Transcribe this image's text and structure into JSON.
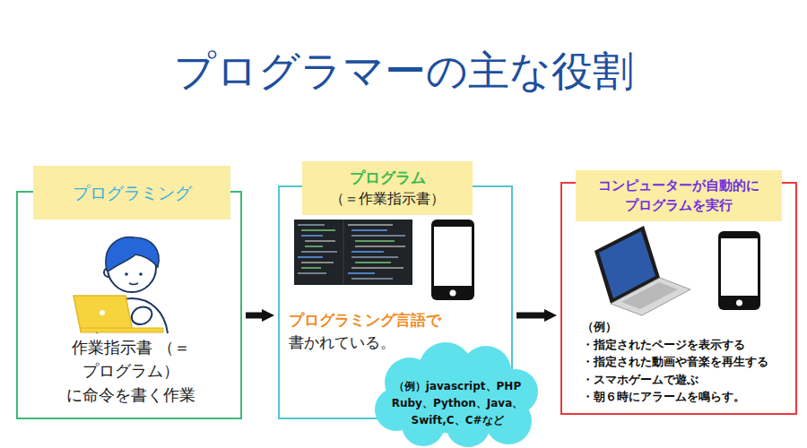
{
  "diagram": {
    "title": "プログラマーの主な役割",
    "nodes": [
      {
        "text": [
          "プログラミング",
          "作業指示書 （＝プログラム） に命令を書く作業"
        ]
      },
      {
        "text": [
          "プログラム",
          "（＝作業指示書）",
          "プログラミング言語で",
          "書かれている。"
        ]
      },
      {
        "text": [
          "（例）javascript、PHP Ruby、Python、Java、 Swift,C、C#など"
        ],
        "in": 1
      },
      {
        "text": [
          "コンピューターが自動的に プログラムを実行",
          "（例）",
          "・指定されたページを表示する",
          "・指定された動画や音楽を再生する",
          "・スマホゲームで遊ぶ",
          "・朝６時にアラームを鳴らす。"
        ]
      }
    ],
    "edges": [
      {
        "from": 0,
        "to": 1,
        "arrow": "to"
      },
      {
        "from": 1,
        "to": 3,
        "arrow": "to"
      }
    ]
  }
}
